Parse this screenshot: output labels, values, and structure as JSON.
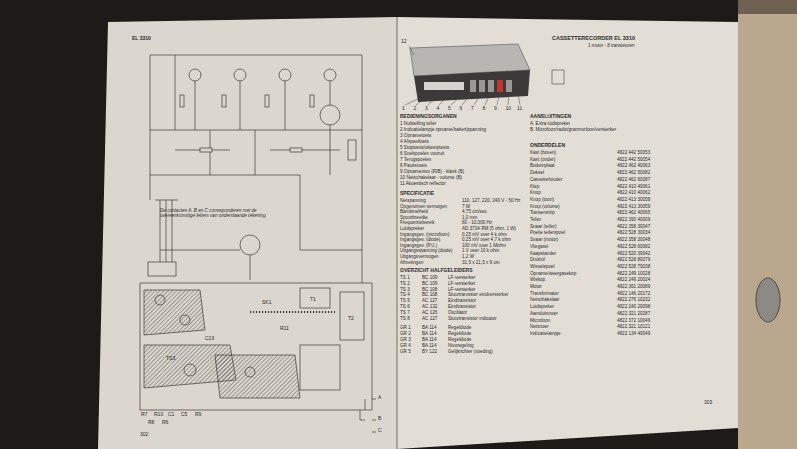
{
  "diagram": {
    "title": "CASSETTERECORDER EL 3310",
    "labels": [
      "EL 3310",
      "De contacten A, B en C corresponderen met de overeenkomstige letters van onderstaande tekening",
      "SK1",
      "T1",
      "T2",
      "R11",
      "C19",
      "TS3",
      "A",
      "B",
      "C",
      "R7",
      "R10",
      "C1",
      "C5",
      "R9",
      "R8",
      "R6",
      "302",
      "1 motor - 8 transistoren",
      "12",
      "1",
      "2",
      "3",
      "4",
      "5",
      "6",
      "7",
      "8",
      "9",
      "10",
      "11",
      "BEDIENINGSORGANEN",
      "1 Nulstelling teller",
      "2 Indicatielampje opname/batterijspanning",
      "3 Opnametoets",
      "4 Afspeeltoets",
      "5 Stoptoets/uitwerptoets",
      "6 Snelspoelen vooruit",
      "7 Terugspoelen",
      "8 Pauzetoets",
      "9 Opnamenivo (R/B) - klank (B)",
      "10 Netschakelaar - volume (B)",
      "11 Akoestisch reflector",
      "SPECIFICATIE",
      "Netspanning",
      "110, 127, 220, 240 V - 50 Hz",
      "Opgenomen vermogen",
      "7 W",
      "Bandsnelheid",
      "4,75 cm/sec",
      "Spoorbreedte",
      "1,0 mm",
      "Frequentiebereik",
      "80 - 10.000 Hz",
      "Luidspreker",
      "AD 3734 RM (5 ohm, 1 W)",
      "Ingangsgev. (microfoon)",
      "0,25 mV over 4 k ohm",
      "Ingangsgev. (diode)",
      "0,25 mV over 4,7 k ohm",
      "Ingangsgev. (P.U.)",
      "100 mV over 1 Mohm",
      "Uitgangsspanning (diode)",
      "1 V over 10 k ohm",
      "Uitgangsvermogen",
      "1,2 W",
      "Afmetingen",
      "31,5 x 21,5 x 9 cm",
      "OVERZICHT HALFGELEIDERS",
      "TS 1",
      "BC 109",
      "LF-versterker",
      "TS 2",
      "BC 109",
      "LF-versterker",
      "TS 3",
      "BC 108",
      "LF-versterker",
      "TS 4",
      "BC 108",
      "Stuurtransistor eindversterker",
      "TS 5",
      "AC 127",
      "Eindtransistor",
      "TS 6",
      "AC 132",
      "Eindtransistor",
      "TS 7",
      "AC 126",
      "Oscillator",
      "TS 8",
      "AC 127",
      "Stuurtransistor indicator",
      "GR 1",
      "BA 114",
      "Regeldiode",
      "GR 2",
      "BA 114",
      "Regeldiode",
      "GR 3",
      "BA 114",
      "Regeldiode",
      "GR 4",
      "BA 114",
      "Nivoregeling",
      "GR 5",
      "BY 122",
      "Gelijkrichter (voeding)",
      "AANSLUITINGEN",
      "A. Extra luidspreker",
      "B. Microfoon/radio/grammofoon/versterker",
      "ONDERDELEN",
      "Kast (boven)",
      "4822 442 50053",
      "Kast (onder)",
      "4822 442 50054",
      "Bodemplaat",
      "4822 462 40063",
      "Deksel",
      "4822 462 50082",
      "Cassettehouder",
      "4822 462 60087",
      "Klep",
      "4822 410 40061",
      "Knop",
      "4822 410 40062",
      "Knop (toon)",
      "4822 413 30058",
      "Knop (volume)",
      "4822 413 30059",
      "Toetsenstrip",
      "4822 462 40065",
      "Teller",
      "4822 390 40009",
      "Snaar (teller)",
      "4822 358 30047",
      "Poelie tellerspoel",
      "4822 528 30034",
      "Snaar (motor)",
      "4822 358 30048",
      "Vliegwiel",
      "4822 528 60082",
      "Kaapstander",
      "4822 520 30042",
      "Drukrol",
      "4822 528 80079",
      "Wisselspoel",
      "4822 528 70038",
      "Opname/weergavekop",
      "4822 249 10028",
      "Wiskop",
      "4822 249 20024",
      "Motor",
      "4822 361 20089",
      "Transformator",
      "4822 146 20172",
      "Netschakelaar",
      "4822 276 10232",
      "Luidspreker",
      "4822 240 20098",
      "Aansluitsnoer",
      "4822 321 20287",
      "Microfoon",
      "4822 372 10049",
      "Netsnoer",
      "4822 321 10121",
      "Indicatielampje",
      "4822 134 40049",
      "303"
    ]
  }
}
